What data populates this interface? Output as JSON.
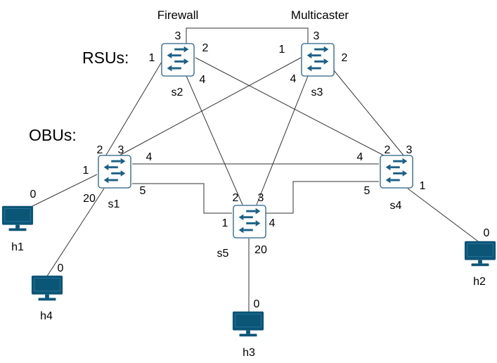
{
  "group_labels": {
    "rsus": "RSUs:",
    "obus": "OBUs:"
  },
  "role_labels": {
    "firewall": "Firewall",
    "multicaster": "Multicaster"
  },
  "switches": {
    "s1": {
      "name": "s1"
    },
    "s2": {
      "name": "s2"
    },
    "s3": {
      "name": "s3"
    },
    "s4": {
      "name": "s4"
    },
    "s5": {
      "name": "s5"
    }
  },
  "hosts": {
    "h1": {
      "name": "h1"
    },
    "h2": {
      "name": "h2"
    },
    "h3": {
      "name": "h3"
    },
    "h4": {
      "name": "h4"
    }
  },
  "ports": {
    "s2_p3": "3",
    "s2_p1": "1",
    "s2_p2": "2",
    "s2_p4": "4",
    "s3_p3": "3",
    "s3_p1": "1",
    "s3_p2": "2",
    "s3_p4": "4",
    "s1_p2": "2",
    "s1_p3": "3",
    "s1_p4": "4",
    "s1_p1": "1",
    "s1_p5": "5",
    "s1_p20": "20",
    "s4_p4": "4",
    "s4_p2": "2",
    "s4_p3": "3",
    "s4_p5": "5",
    "s4_p1": "1",
    "s5_p2": "2",
    "s5_p3": "3",
    "s5_p1": "1",
    "s5_p4": "4",
    "s5_p20": "20",
    "h1_p0": "0",
    "h2_p0": "0",
    "h3_p0": "0",
    "h4_p0": "0"
  },
  "colors": {
    "switch_border": "#3a6f8f",
    "switch_fill": "#ffffff",
    "arrow": "#1a5f86",
    "host": "#0b5577",
    "link": "#333333"
  },
  "icons": {
    "switch": "switch-icon",
    "host": "computer-monitor-icon"
  }
}
